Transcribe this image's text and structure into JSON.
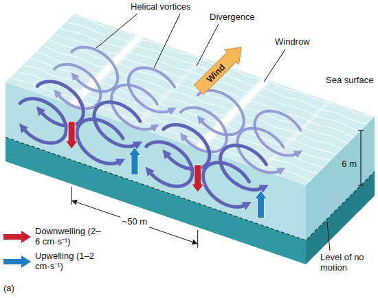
{
  "diagram": {
    "nodes": [
      {
        "text": [
          "Wind"
        ]
      }
    ],
    "labels": [
      "Helical vortices",
      "Divergence",
      "Windrow",
      "Sea surface",
      "~50 m",
      "6 m",
      "Level of no motion",
      "(a)"
    ],
    "legend": [
      {
        "text": "Downwelling (2–6 cm·s⁻¹)",
        "color": "#c8202f"
      },
      {
        "text": "Upwelling (1–2 cm·s⁻¹)",
        "color": "#1f7fc4"
      }
    ]
  }
}
